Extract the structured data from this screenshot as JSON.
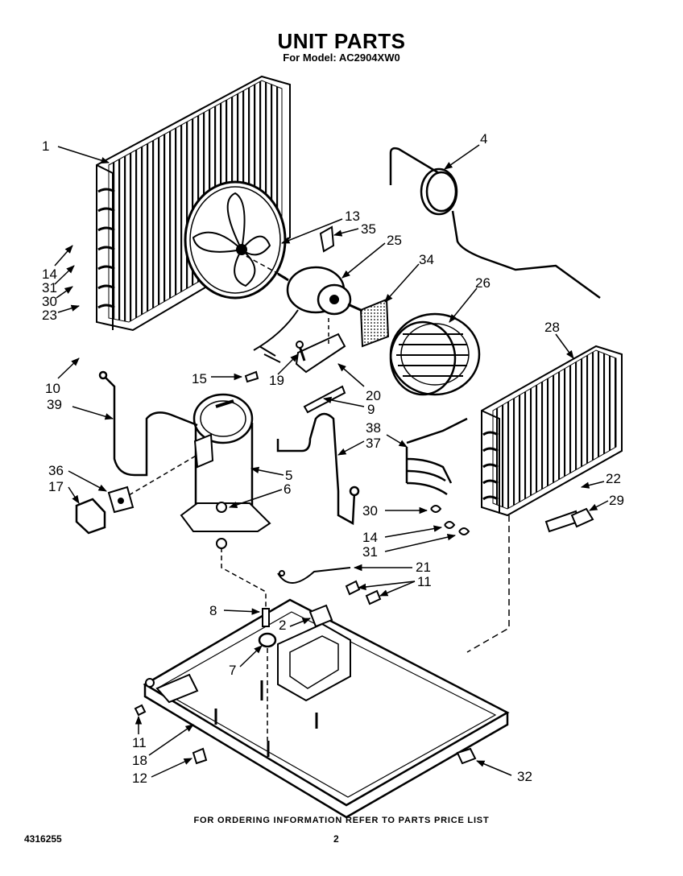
{
  "header": {
    "title": "UNIT PARTS",
    "subtitle": "For Model: AC2904XW0"
  },
  "footer": {
    "note": "FOR ORDERING INFORMATION REFER TO PARTS PRICE LIST",
    "doc_number": "4316255",
    "page": "2"
  },
  "callouts": [
    {
      "id": "c1",
      "label": "1"
    },
    {
      "id": "c4",
      "label": "4"
    },
    {
      "id": "c13",
      "label": "13"
    },
    {
      "id": "c35",
      "label": "35"
    },
    {
      "id": "c25",
      "label": "25"
    },
    {
      "id": "c34",
      "label": "34"
    },
    {
      "id": "c26",
      "label": "26"
    },
    {
      "id": "c14a",
      "label": "14"
    },
    {
      "id": "c31a",
      "label": "31"
    },
    {
      "id": "c30a",
      "label": "30"
    },
    {
      "id": "c23",
      "label": "23"
    },
    {
      "id": "c10",
      "label": "10"
    },
    {
      "id": "c15",
      "label": "15"
    },
    {
      "id": "c19",
      "label": "19"
    },
    {
      "id": "c20",
      "label": "20"
    },
    {
      "id": "c9",
      "label": "9"
    },
    {
      "id": "c28",
      "label": "28"
    },
    {
      "id": "c39",
      "label": "39"
    },
    {
      "id": "c38",
      "label": "38"
    },
    {
      "id": "c37",
      "label": "37"
    },
    {
      "id": "c5",
      "label": "5"
    },
    {
      "id": "c6",
      "label": "6"
    },
    {
      "id": "c36",
      "label": "36"
    },
    {
      "id": "c17",
      "label": "17"
    },
    {
      "id": "c22",
      "label": "22"
    },
    {
      "id": "c29",
      "label": "29"
    },
    {
      "id": "c30b",
      "label": "30"
    },
    {
      "id": "c14b",
      "label": "14"
    },
    {
      "id": "c31b",
      "label": "31"
    },
    {
      "id": "c21",
      "label": "21"
    },
    {
      "id": "c11a",
      "label": "11"
    },
    {
      "id": "c8",
      "label": "8"
    },
    {
      "id": "c2",
      "label": "2"
    },
    {
      "id": "c7",
      "label": "7"
    },
    {
      "id": "c11b",
      "label": "11"
    },
    {
      "id": "c18",
      "label": "18"
    },
    {
      "id": "c12",
      "label": "12"
    },
    {
      "id": "c32",
      "label": "32"
    }
  ]
}
